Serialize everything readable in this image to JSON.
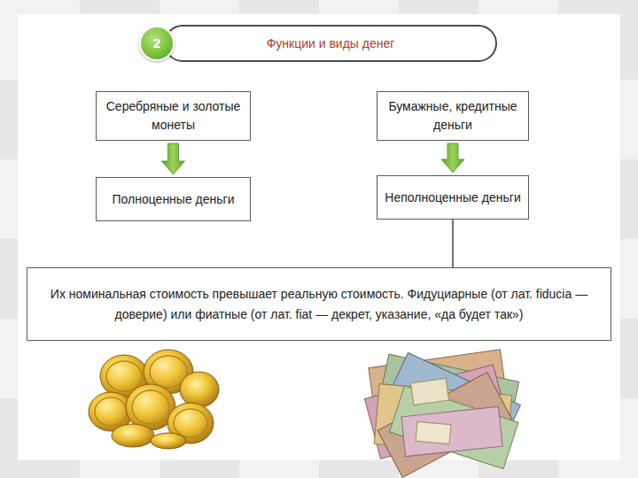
{
  "diagram": {
    "title": "Функции и виды денег",
    "nodes": [
      {
        "text": [
          "2"
        ]
      },
      {
        "text": [
          "Серебряные и золотые монеты"
        ]
      },
      {
        "text": [
          "Бумажные, кредитные деньги"
        ]
      },
      {
        "text": [
          "Полноценные деньги"
        ]
      },
      {
        "text": [
          "Неполноценные деньги"
        ]
      },
      {
        "text": [
          "Их номинальная стоимость превышает реальную стоимость. Фидуциарные (от лат. fiducia — доверие) или фиатные (от лат. fiat — декрет, указание, «да будет так»)"
        ]
      }
    ],
    "edges": [
      {
        "from": 1,
        "to": 3,
        "arrow": "to"
      },
      {
        "from": 2,
        "to": 4,
        "arrow": "to"
      },
      {
        "from": 4,
        "to": 5,
        "arrow": "none"
      }
    ]
  }
}
